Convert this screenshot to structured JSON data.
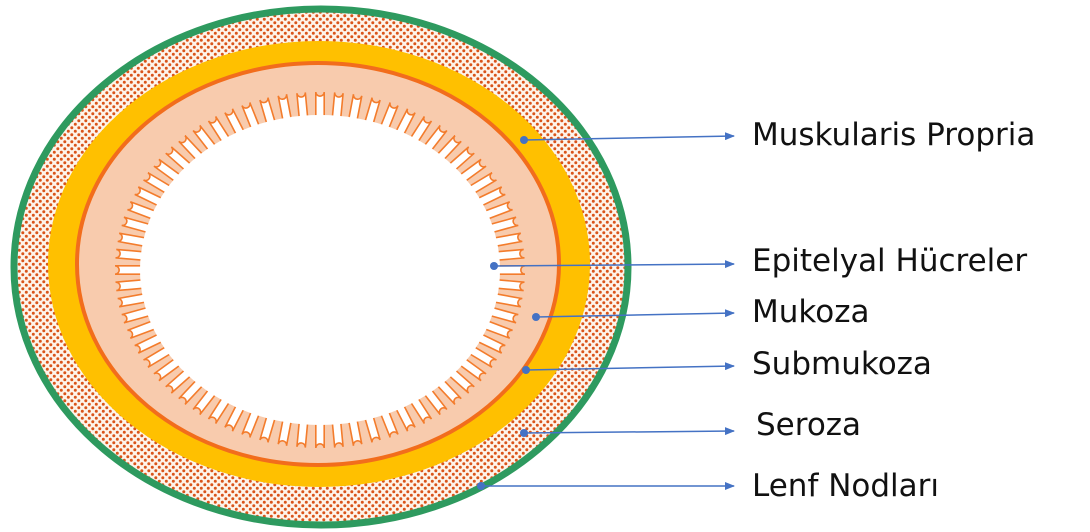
{
  "labels": {
    "muskularis": "Muskularis Propria",
    "epitelyal": "Epitelyal Hücreler",
    "mukoza": "Mukoza",
    "submukoza": "Submukoza",
    "seroza": "Seroza",
    "lenf": "Lenf Nodları"
  },
  "colors": {
    "outer_ring": "#2e9a5f",
    "serosa_fill": "#fef4ea",
    "lymph_dots": "#d9541a",
    "muscularis": "#ffc000",
    "submucosa_line": "#f26d1c",
    "mucosa": "#f8cbad",
    "epithelial_stroke": "#f37c2c",
    "arrow": "#4472c4"
  },
  "villi_count": 68
}
